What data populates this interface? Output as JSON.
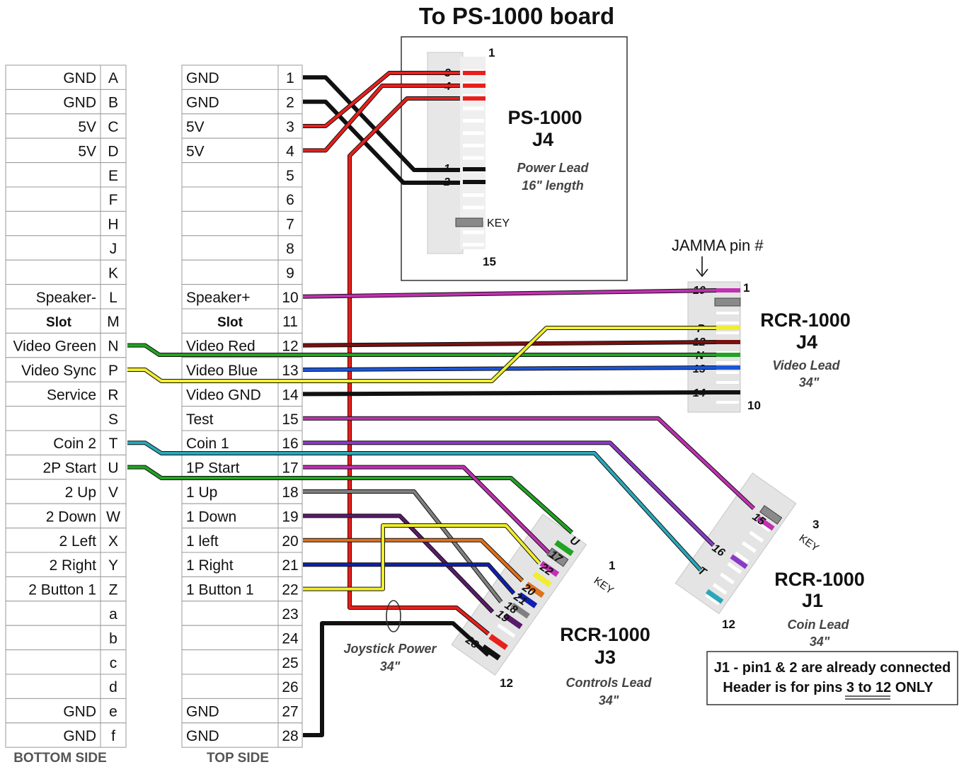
{
  "title": "To PS-1000 board",
  "bottom_side": {
    "label": "BOTTOM SIDE",
    "rows": [
      {
        "name": "GND",
        "pin": "A"
      },
      {
        "name": "GND",
        "pin": "B"
      },
      {
        "name": "5V",
        "pin": "C"
      },
      {
        "name": "5V",
        "pin": "D"
      },
      {
        "name": "",
        "pin": "E"
      },
      {
        "name": "",
        "pin": "F"
      },
      {
        "name": "",
        "pin": "H"
      },
      {
        "name": "",
        "pin": "J"
      },
      {
        "name": "",
        "pin": "K"
      },
      {
        "name": "Speaker-",
        "pin": "L"
      },
      {
        "name": "Slot",
        "pin": "M",
        "bold": true
      },
      {
        "name": "Video Green",
        "pin": "N"
      },
      {
        "name": "Video Sync",
        "pin": "P"
      },
      {
        "name": "Service",
        "pin": "R"
      },
      {
        "name": "",
        "pin": "S"
      },
      {
        "name": "Coin 2",
        "pin": "T"
      },
      {
        "name": "2P Start",
        "pin": "U"
      },
      {
        "name": "2 Up",
        "pin": "V"
      },
      {
        "name": "2 Down",
        "pin": "W"
      },
      {
        "name": "2 Left",
        "pin": "X"
      },
      {
        "name": "2 Right",
        "pin": "Y"
      },
      {
        "name": "2 Button 1",
        "pin": "Z"
      },
      {
        "name": "",
        "pin": "a"
      },
      {
        "name": "",
        "pin": "b"
      },
      {
        "name": "",
        "pin": "c"
      },
      {
        "name": "",
        "pin": "d"
      },
      {
        "name": "GND",
        "pin": "e"
      },
      {
        "name": "GND",
        "pin": "f"
      }
    ]
  },
  "top_side": {
    "label": "TOP SIDE",
    "rows": [
      {
        "name": "GND",
        "pin": "1"
      },
      {
        "name": "GND",
        "pin": "2"
      },
      {
        "name": "5V",
        "pin": "3"
      },
      {
        "name": "5V",
        "pin": "4"
      },
      {
        "name": "",
        "pin": "5"
      },
      {
        "name": "",
        "pin": "6"
      },
      {
        "name": "",
        "pin": "7"
      },
      {
        "name": "",
        "pin": "8"
      },
      {
        "name": "",
        "pin": "9"
      },
      {
        "name": "Speaker+",
        "pin": "10"
      },
      {
        "name": "Slot",
        "pin": "11",
        "bold": true
      },
      {
        "name": "Video Red",
        "pin": "12"
      },
      {
        "name": "Video Blue",
        "pin": "13"
      },
      {
        "name": "Video GND",
        "pin": "14"
      },
      {
        "name": "Test",
        "pin": "15"
      },
      {
        "name": "Coin 1",
        "pin": "16"
      },
      {
        "name": "1P Start",
        "pin": "17"
      },
      {
        "name": "1 Up",
        "pin": "18"
      },
      {
        "name": "1 Down",
        "pin": "19"
      },
      {
        "name": "1 left",
        "pin": "20"
      },
      {
        "name": "1 Right",
        "pin": "21"
      },
      {
        "name": "1 Button 1",
        "pin": "22"
      },
      {
        "name": "",
        "pin": "23"
      },
      {
        "name": "",
        "pin": "24"
      },
      {
        "name": "",
        "pin": "25"
      },
      {
        "name": "",
        "pin": "26"
      },
      {
        "name": "GND",
        "pin": "27"
      },
      {
        "name": "GND",
        "pin": "28"
      }
    ]
  },
  "ps1000": {
    "name": "PS-1000",
    "sub": "J4",
    "lead": "Power Lead",
    "length": "16\" length",
    "key": "KEY",
    "pins": [
      "3",
      "4",
      "1",
      "2"
    ],
    "pin_start": "1",
    "pin_end": "15"
  },
  "rcr_j4": {
    "header": "JAMMA pin #",
    "name": "RCR-1000",
    "sub": "J4",
    "lead": "Video Lead",
    "length": "34\"",
    "pins": [
      "10",
      "P",
      "12",
      "N",
      "13",
      "14"
    ],
    "pin_start": "1",
    "pin_end": "10"
  },
  "rcr_j1": {
    "name": "RCR-1000",
    "sub": "J1",
    "lead": "Coin Lead",
    "length": "34\"",
    "pins": [
      "15",
      "16",
      "T"
    ],
    "key": "KEY",
    "pin_start": "3",
    "pin_end": "12"
  },
  "rcr_j3": {
    "name": "RCR-1000",
    "sub": "J3",
    "lead": "Controls Lead",
    "length": "34\"",
    "pins": [
      "U",
      "17",
      "22",
      "20",
      "21",
      "18",
      "19",
      "28"
    ],
    "key": "KEY",
    "pin_start": "1",
    "pin_end": "12"
  },
  "joystick": {
    "label": "Joystick Power",
    "length": "34\""
  },
  "note": {
    "line1": "J1 - pin1 & 2 are already connected",
    "line2_a": "Header is for pins ",
    "line2_b": "3 to 12",
    "line2_c": " ONLY"
  },
  "colors": {
    "red": "#e8201c",
    "black": "#111111",
    "magenta": "#c030b0",
    "maroon": "#7a1010",
    "green": "#22a322",
    "yellow": "#f0ee30",
    "blue": "#1c55d8",
    "cyan": "#2aa7b8",
    "purple": "#8c38c8",
    "gray": "#808080",
    "darkpurple": "#5a1a6a",
    "orange": "#e0701c",
    "navy": "#1020b0"
  }
}
